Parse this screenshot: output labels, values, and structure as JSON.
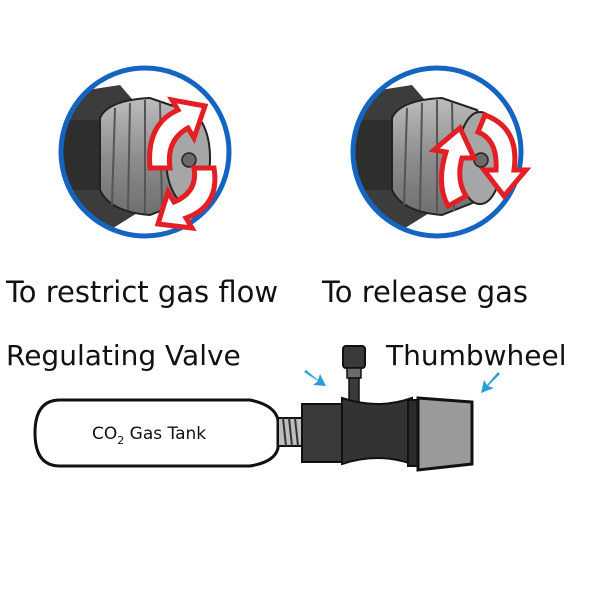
{
  "labels": {
    "restrict": "To restrict gas flow",
    "release": "To release gas",
    "regulating_valve": "Regulating Valve",
    "thumbwheel": "Thumbwheel",
    "tank_prefix": "CO",
    "tank_subscript": "2",
    "tank_suffix": " Gas Tank"
  },
  "colors": {
    "ring": "#1565c0",
    "arrow_fill": "#ffffff",
    "arrow_stroke": "#e31e24",
    "pointer": "#2a9fd6",
    "valve_dark": "#3a3a3a",
    "knob_grey": "#9a9a9a"
  },
  "icons": {
    "rotate_restrict": "clockwise-rotate-arrows-icon",
    "rotate_release": "counterclockwise-rotate-arrows-icon",
    "pointer": "blue-pointer-arrow-icon"
  }
}
